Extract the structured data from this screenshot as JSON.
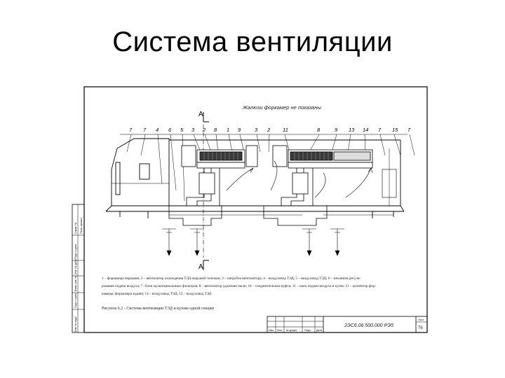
{
  "slide": {
    "title": "Система вентиляции"
  },
  "drawing": {
    "header_note": "Жалюзи форкамер не показаны",
    "section_marks": {
      "top": "А",
      "bottom": "А"
    },
    "callout_numbers": [
      "7",
      "7",
      "4",
      "6",
      "5",
      "3",
      "2",
      "8",
      "1",
      "9",
      "3",
      "2",
      "11",
      "8",
      "9",
      "13",
      "14",
      "7",
      "15",
      "7"
    ],
    "caption_lines": [
      "1 – форкамера передняя; 2 – вентилятор охлаждения ТЭД передней тележки; 3 – патрубок вентилятора; 4 – воздуховод ТЭД; 5 – воздуховод ТЭД; 6 – механизм регули-",
      "рования подачи воздуха; 7 –блок мультициклонных фильтров; 8 – вентилятор удаления пыли; 10 – соединительная муфта; 11 – окно подачи воздуха в кузов; 12 – коллектор фор-",
      "камеры; форкамера задняя; 14 – воздуховод ТЭД; 15 – воздуховод ТЭД"
    ],
    "figure_caption": "Рисунок 6.2 - Система вентиляции ТЭД и кузова одной секции",
    "stamp": {
      "doc_code": "2ЭС6.06.500.000 РЭ5",
      "sheet_label": "Лист",
      "sheet_number": "76",
      "col_labels": [
        "Изм.",
        "Лист",
        "№ докум.",
        "Подп.",
        "Дата"
      ]
    },
    "margin_labels": [
      "Инв. № подл.",
      "Подп. и дата",
      "Взам. инв. №",
      "Инв. № дубл.",
      "Подп. и дата",
      "Справ. №",
      "Перв. примен."
    ]
  }
}
